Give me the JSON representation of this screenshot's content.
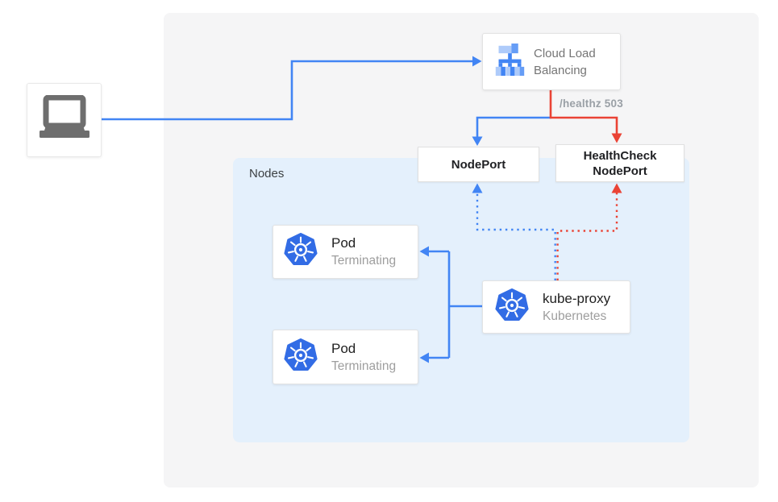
{
  "diagram": {
    "client": {
      "icon": "laptop-icon"
    },
    "load_balancer": {
      "label": "Cloud Load Balancing",
      "icon": "load-balancer-icon"
    },
    "healthz_badge": "/healthz 503",
    "node_port": {
      "label": "NodePort"
    },
    "health_check_node_port": {
      "label": "HealthCheck NodePort"
    },
    "nodes_group": {
      "label": "Nodes"
    },
    "pods": [
      {
        "title": "Pod",
        "status": "Terminating",
        "icon": "kubernetes-icon"
      },
      {
        "title": "Pod",
        "status": "Terminating",
        "icon": "kubernetes-icon"
      }
    ],
    "kube_proxy": {
      "title": "kube-proxy",
      "subtitle": "Kubernetes",
      "icon": "kubernetes-icon"
    },
    "colors": {
      "blue_flow": "#4285F4",
      "red_flow": "#EA4335",
      "kubernetes_blue": "#326CE5",
      "nodes_background": "#E4F0FC",
      "panel_background": "#F5F5F6"
    }
  }
}
